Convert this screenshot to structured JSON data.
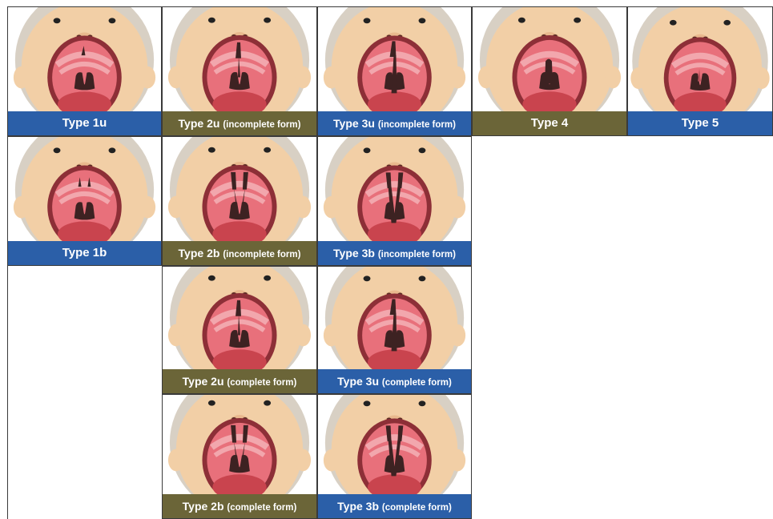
{
  "colors": {
    "blue": "#2b5fa8",
    "olive": "#6b6538",
    "skin": "#f2cfa6",
    "hair": "#d8d0c4",
    "mouth_rim": "#8d2f37",
    "palate": "#e8707b",
    "tongue": "#c9444e",
    "cleft": "#3d2222"
  },
  "panels": [
    {
      "label": "Type 1u",
      "sub": "",
      "cleft": "1u",
      "color": "blue"
    },
    {
      "label": "Type 2u",
      "sub": "(incomplete form)",
      "cleft": "2u-inc",
      "color": "olive"
    },
    {
      "label": "Type 3u",
      "sub": "(incomplete form)",
      "cleft": "3u-inc",
      "color": "blue"
    },
    {
      "label": "Type 4",
      "sub": "",
      "cleft": "4",
      "color": "olive"
    },
    {
      "label": "Type 5",
      "sub": "",
      "cleft": "5",
      "color": "blue"
    },
    {
      "label": "Type 1b",
      "sub": "",
      "cleft": "1b",
      "color": "blue"
    },
    {
      "label": "Type 2b",
      "sub": "(incomplete form)",
      "cleft": "2b-inc",
      "color": "olive"
    },
    {
      "label": "Type 3b",
      "sub": "(incomplete form)",
      "cleft": "3b-inc",
      "color": "blue"
    },
    {
      "label": "Type 2u",
      "sub": "(complete form)",
      "cleft": "2u-comp",
      "color": "olive"
    },
    {
      "label": "Type 3u",
      "sub": "(complete form)",
      "cleft": "3u-comp",
      "color": "blue"
    },
    {
      "label": "Type 2b",
      "sub": "(complete form)",
      "cleft": "2b-comp",
      "color": "olive"
    },
    {
      "label": "Type 3b",
      "sub": "(complete form)",
      "cleft": "3b-comp",
      "color": "blue"
    }
  ]
}
